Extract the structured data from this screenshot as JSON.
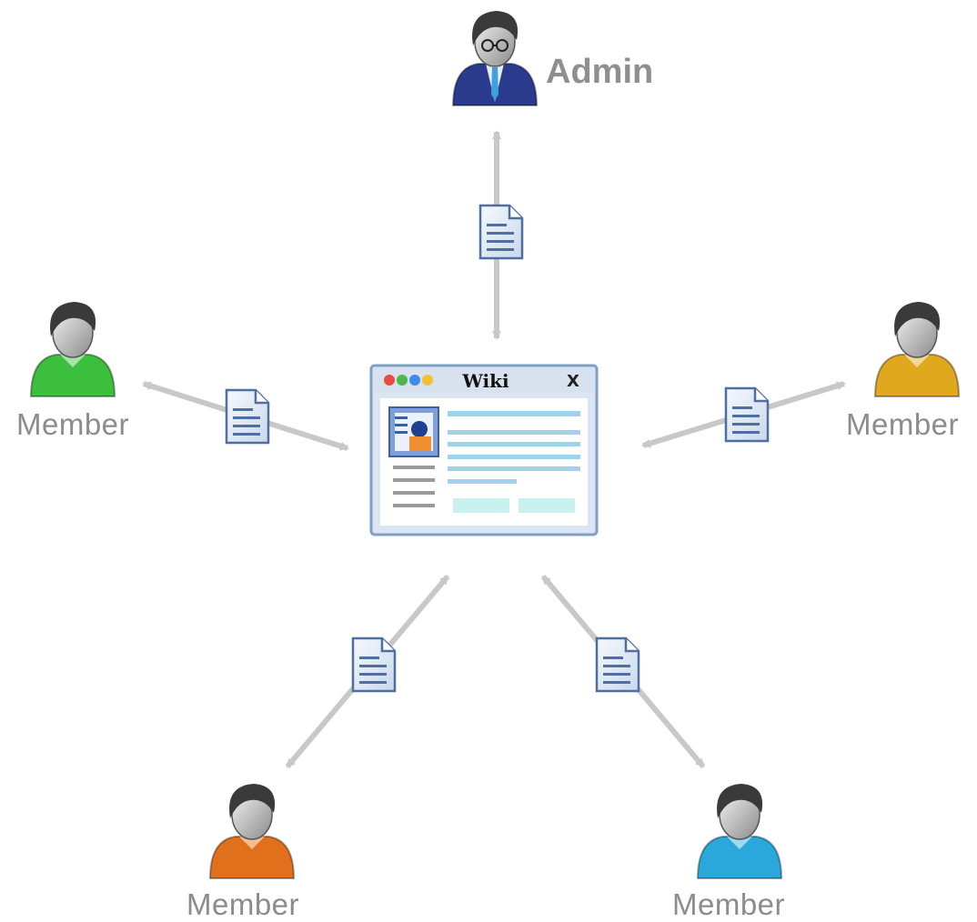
{
  "nodes": {
    "admin": {
      "label": "Admin",
      "color": "#2a3a8c"
    },
    "member_left": {
      "label": "Member",
      "color": "#3cbf3c"
    },
    "member_right": {
      "label": "Member",
      "color": "#e0a81c"
    },
    "member_bottom_left": {
      "label": "Member",
      "color": "#e0701c"
    },
    "member_bottom_right": {
      "label": "Member",
      "color": "#2aa8dc"
    }
  },
  "wiki_window": {
    "title": "Wiki",
    "close_label": "X"
  },
  "colors": {
    "arrow": "#c8c8c8",
    "label": "#8c8c8c",
    "window_border": "#7f9fc8",
    "window_titlebar": "#d8e2ee",
    "content_line": "#9fd2ec",
    "content_button": "#c8f0ee",
    "document_fill": "#e6eef8",
    "document_stroke": "#4f6fa0"
  }
}
